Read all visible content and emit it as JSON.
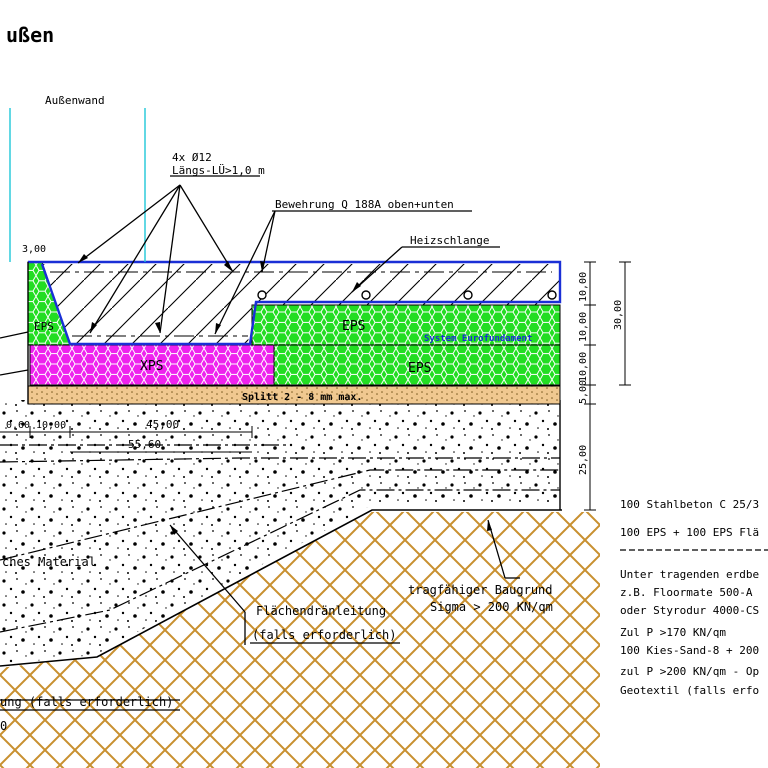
{
  "title": "ußen",
  "labels": {
    "wall": "Außenwand",
    "rebar_count": "4x Ø12",
    "rebar_lap": "Längs-LÜ>1,0 m",
    "mesh": "Bewehrung Q 188A oben+unten",
    "heating": "Heizschlange",
    "eps_small": "EPS",
    "eps_upper": "EPS",
    "eps_lower": "EPS",
    "xps": "XPS",
    "system": "System Eurofundament",
    "splitt": "Splitt 2 - 8 mm max.",
    "material": "ches Material",
    "drain_1": "Flächendränleitung",
    "drain_2": "(falls erforderlich)",
    "ground_1": "tragfähiger Baugrund",
    "ground_2": "Sigma > 200 KN/qm",
    "bottom_1": "ung (falls erforderlich)",
    "bottom_2": "0"
  },
  "dimensions": {
    "d_300": "3,00",
    "d_060": "0,60",
    "d_1000a": "10,00",
    "d_4500": "45,00",
    "d_5560": "55,60",
    "r_1000a": "10,00",
    "r_1000b": "10,00",
    "r_1000c": "10,00",
    "r_500": "5,00",
    "r_2500": "25,00",
    "r_3000": "30,00"
  },
  "notes": {
    "n1": "100 Stahlbeton C 25/3",
    "n2": "100 EPS + 100 EPS Flä",
    "n3": "Unter tragenden erdbe",
    "n4": "z.B. Floormate  500-A",
    "n5": "oder Styrodur 4000-CS",
    "n6": "Zul P >170 KN/qm",
    "n7": "100 Kies-Sand-8 + 200",
    "n8": "zul P >200 KN/qm - Op",
    "n9": "Geotextil (falls erfo"
  },
  "colors": {
    "eps": "#22dd22",
    "xps": "#ee22ee",
    "splitt": "#f0c890",
    "soil": "#c89030",
    "line_blue": "#1a2fd6",
    "wall_cyan": "#20c8d8"
  }
}
